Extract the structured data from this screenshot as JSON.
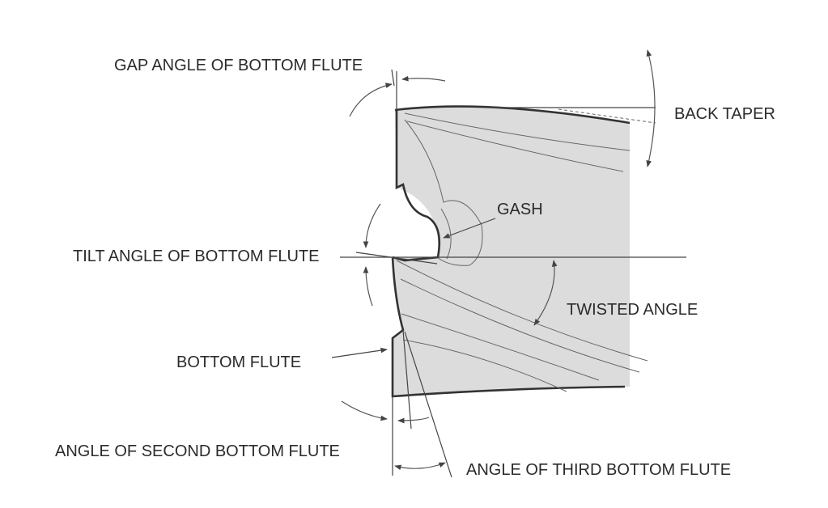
{
  "labels": {
    "gap_angle": "GAP ANGLE OF BOTTOM FLUTE",
    "back_taper": "BACK TAPER",
    "gash": "GASH",
    "tilt_angle": "TILT ANGLE OF BOTTOM FLUTE",
    "twisted_angle": "TWISTED ANGLE",
    "bottom_flute": "BOTTOM FLUTE",
    "angle_second": "ANGLE OF SECOND BOTTOM FLUTE",
    "angle_third": "ANGLE OF THIRD BOTTOM FLUTE"
  },
  "colors": {
    "tool_fill": "#dcdcdc",
    "line": "#444444",
    "text": "#2b2b2b"
  }
}
